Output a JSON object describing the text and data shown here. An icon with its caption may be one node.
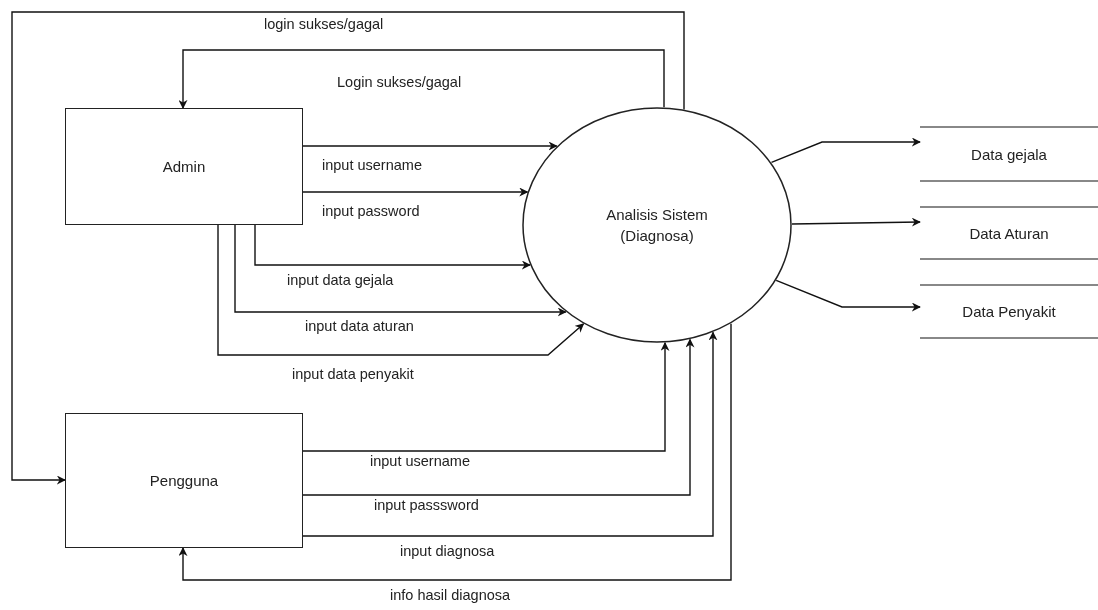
{
  "diagram": {
    "nodes": [
      {
        "text": [
          "Admin"
        ]
      },
      {
        "text": [
          "Pengguna"
        ]
      },
      {
        "text": [
          "Analisis Sistem (Diagnosa)"
        ]
      },
      {
        "text": [
          "Data gejala"
        ]
      },
      {
        "text": [
          "Data Aturan"
        ]
      },
      {
        "text": [
          "Data Penyakit"
        ]
      }
    ],
    "edges": [
      {
        "from": 2,
        "to": 0,
        "arrow": "to",
        "label": "Login sukses/gagal"
      },
      {
        "from": 2,
        "to": 1,
        "arrow": "to",
        "label": "login sukses/gagal"
      },
      {
        "from": 0,
        "to": 2,
        "arrow": "to",
        "label": "input username"
      },
      {
        "from": 0,
        "to": 2,
        "arrow": "to",
        "label": "input password"
      },
      {
        "from": 0,
        "to": 2,
        "arrow": "to",
        "label": "input data gejala"
      },
      {
        "from": 0,
        "to": 2,
        "arrow": "to",
        "label": "input data aturan"
      },
      {
        "from": 0,
        "to": 2,
        "arrow": "to",
        "label": "input data penyakit"
      },
      {
        "from": 1,
        "to": 2,
        "arrow": "to",
        "label": "input username"
      },
      {
        "from": 1,
        "to": 2,
        "arrow": "to",
        "label": "input passsword"
      },
      {
        "from": 1,
        "to": 2,
        "arrow": "to",
        "label": "input diagnosa"
      },
      {
        "from": 2,
        "to": 1,
        "arrow": "to",
        "label": "info hasil diagnosa"
      },
      {
        "from": 2,
        "to": 3,
        "arrow": "to"
      },
      {
        "from": 2,
        "to": 4,
        "arrow": "to"
      },
      {
        "from": 2,
        "to": 5,
        "arrow": "to"
      }
    ]
  }
}
